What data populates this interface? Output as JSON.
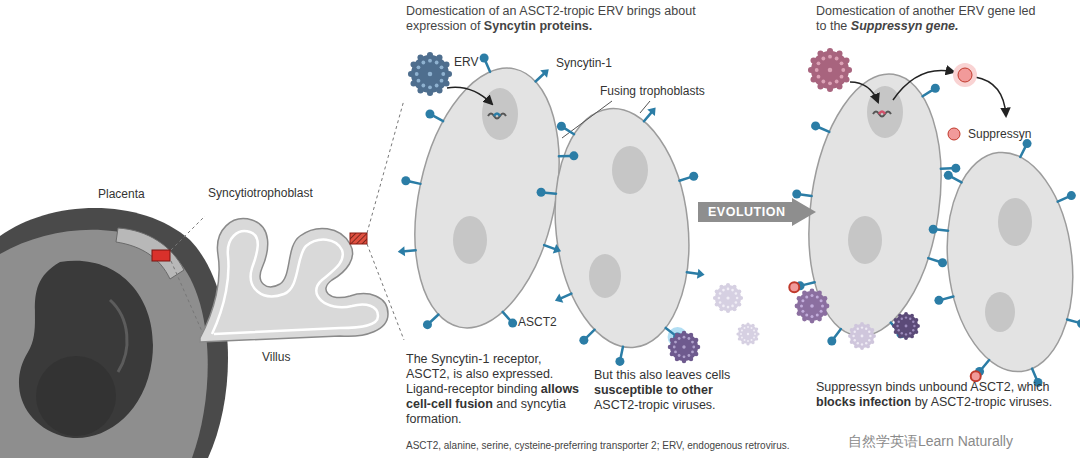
{
  "diagram": {
    "caption": "ASCT2, alanine, serine, cysteine-preferring transporter 2; ERV, endogenous retrovirus.",
    "nodes": [
      {
        "text": [
          "EVOLUTION"
        ]
      }
    ],
    "labels": [
      "Domestication of an ASCT2-tropic ERV brings about expression of Syncytin proteins.",
      "Domestication of another ERV gene led to the Suppressyn gene.",
      "Placenta",
      "Syncytiotrophoblast",
      "Villus",
      "ERV",
      "Syncytin-1",
      "Fusing trophoblasts",
      "ASCT2",
      "The Syncytin-1 receptor, ASCT2, is also expressed. Ligand-receptor binding allows cell-cell fusion and syncytia formation.",
      "But this also leaves cells susceptible to other ASCT2-tropic viruses.",
      "Suppressyn",
      "Suppressyn binds unbound ASCT2, which blocks infection by ASCT2-tropic viruses.",
      "自然学英语Learn Naturally"
    ]
  }
}
